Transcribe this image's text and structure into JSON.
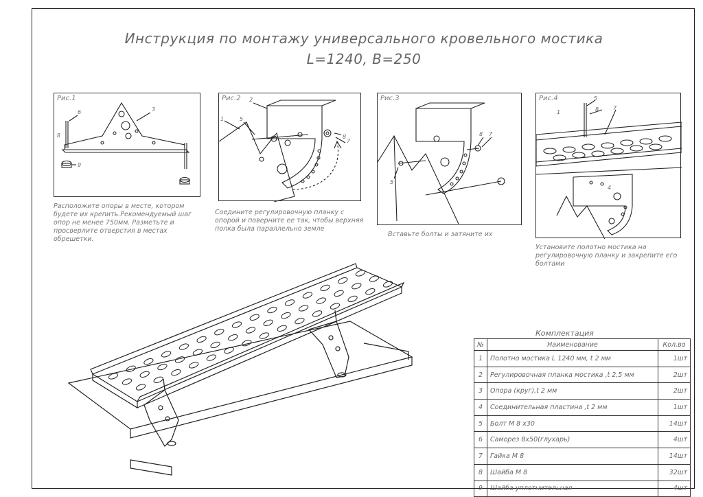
{
  "title": {
    "line1": "Инструкция по монтажу универсального кровельного мостика",
    "line2": "L=1240, B=250"
  },
  "figures": [
    {
      "label": "Рис.1",
      "callouts": [
        "6",
        "3",
        "8",
        "9"
      ],
      "caption": "Расположите опоры в месте, котором будете их крепить.Рекомендуемый шаг опор не менее 750мм. Разметьте и просверлите отверстия в местах обрешетки."
    },
    {
      "label": "Рис.2",
      "callouts": [
        "2",
        "1",
        "5",
        "8",
        "7"
      ],
      "caption": "Соедините регулировочную планку с опорой и поверните ее так, чтобы верхняя полка была параллельно земле"
    },
    {
      "label": "Рис.3",
      "callouts": [
        "8",
        "7",
        "5"
      ],
      "caption": "Вставьте болты и затяните их"
    },
    {
      "label": "Рис.4",
      "callouts": [
        "5",
        "8",
        "7",
        "1",
        "4"
      ],
      "caption": "Установите полотно мостика на регулировочную планку и закрепите его болтами"
    }
  ],
  "kit": {
    "title": "Комплектация",
    "headers": {
      "no": "№",
      "name": "Наименование",
      "qty": "Кол.во"
    },
    "rows": [
      {
        "no": "1",
        "name": "Полотно мостика  L 1240 мм,  t 2 мм",
        "qty": "1шт"
      },
      {
        "no": "2",
        "name": "Регулировочная планка мостика ,t 2,5 мм",
        "qty": "2шт"
      },
      {
        "no": "3",
        "name": "Опора (круг),t 2 мм",
        "qty": "2шт"
      },
      {
        "no": "4",
        "name": "Соединительная пластина ,t 2 мм",
        "qty": "1шт"
      },
      {
        "no": "5",
        "name": "Болт М 8 х30",
        "qty": "14шт"
      },
      {
        "no": "6",
        "name": "Саморез 8х50(глухарь)",
        "qty": "4шт"
      },
      {
        "no": "7",
        "name": "Гайка М 8",
        "qty": "14шт"
      },
      {
        "no": "8",
        "name": "Шайба М 8",
        "qty": "32шт"
      },
      {
        "no": "9",
        "name": "Шайба уплотнительная",
        "qty": "4шт"
      }
    ]
  }
}
